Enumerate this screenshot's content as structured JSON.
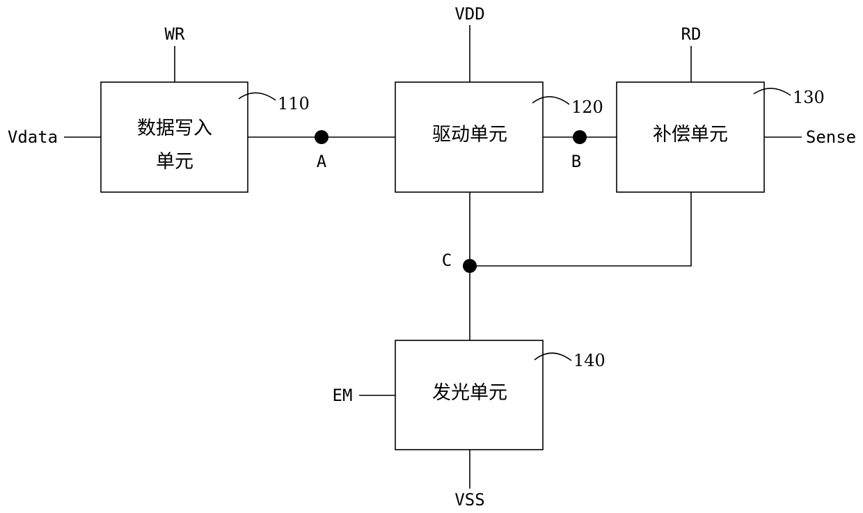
{
  "diagram": {
    "signals": {
      "wr": "WR",
      "vdd": "VDD",
      "rd": "RD",
      "vdata": "Vdata",
      "sense": "Sense",
      "em": "EM",
      "vss": "VSS"
    },
    "nodes": {
      "a": "A",
      "b": "B",
      "c": "C"
    },
    "blocks": {
      "data_write": {
        "ref": "110",
        "label_line1": "数据写入",
        "label_line2": "单元"
      },
      "drive": {
        "ref": "120",
        "label": "驱动单元"
      },
      "compensation": {
        "ref": "130",
        "label": "补偿单元"
      },
      "light_emit": {
        "ref": "140",
        "label": "发光单元"
      }
    }
  }
}
